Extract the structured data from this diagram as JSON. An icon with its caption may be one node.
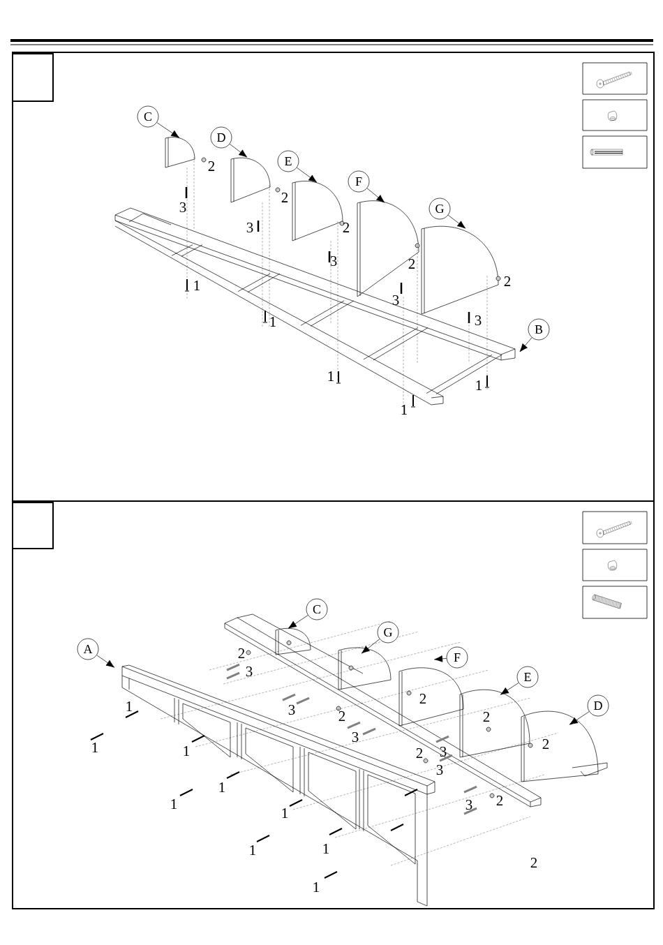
{
  "diagram": {
    "nodes": [
      {
        "text": [
          "C"
        ]
      },
      {
        "text": [
          "D"
        ]
      },
      {
        "text": [
          "E"
        ]
      },
      {
        "text": [
          "F"
        ]
      },
      {
        "text": [
          "G"
        ]
      },
      {
        "text": [
          "B"
        ]
      },
      {
        "text": [
          "C"
        ]
      },
      {
        "text": [
          "G"
        ]
      },
      {
        "text": [
          "A"
        ]
      },
      {
        "text": [
          "F"
        ]
      },
      {
        "text": [
          "E"
        ]
      },
      {
        "text": [
          "D"
        ]
      }
    ],
    "edges": [
      {
        "from": 0,
        "to": null,
        "arrow": "to"
      },
      {
        "from": 1,
        "to": null,
        "arrow": "to"
      },
      {
        "from": 2,
        "to": null,
        "arrow": "to"
      },
      {
        "from": 3,
        "to": null,
        "arrow": "to"
      },
      {
        "from": 4,
        "to": null,
        "arrow": "to"
      },
      {
        "from": 5,
        "to": null,
        "arrow": "to"
      },
      {
        "from": 6,
        "to": null,
        "arrow": "to"
      },
      {
        "from": 7,
        "to": null,
        "arrow": "to"
      },
      {
        "from": 8,
        "to": null,
        "arrow": "to"
      },
      {
        "from": 9,
        "to": null,
        "arrow": "to"
      },
      {
        "from": 10,
        "to": null,
        "arrow": "to"
      },
      {
        "from": 11,
        "to": null,
        "arrow": "to"
      }
    ],
    "labels": [
      "2",
      "2",
      "3",
      "3",
      "2",
      "3",
      "2",
      "2",
      "1",
      "3",
      "1",
      "3",
      "1",
      "1",
      "1",
      "2",
      "3",
      "1",
      "3",
      "2",
      "2",
      "3",
      "1",
      "1",
      "2",
      "3",
      "2",
      "3",
      "1",
      "1",
      "2",
      "3",
      "1",
      "1",
      "1",
      "2",
      "1",
      "2"
    ]
  }
}
